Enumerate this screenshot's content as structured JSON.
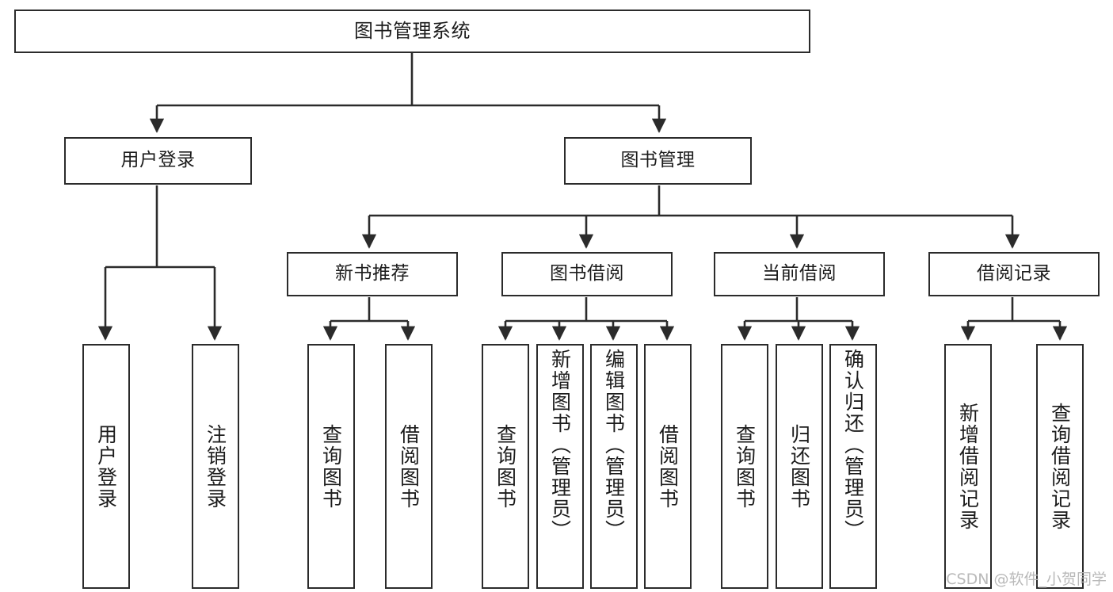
{
  "diagram": {
    "type": "tree-hierarchy",
    "title": "图书管理系统",
    "orientation": "top-down",
    "colors": {
      "box_border": "#2b2b2b",
      "box_fill": "#ffffff",
      "connector": "#2b2b2b",
      "text": "#1c1c1c",
      "watermark": "#b9b9b9",
      "background": "#ffffff"
    },
    "root": {
      "label": "图书管理系统"
    },
    "level2": [
      {
        "label": "用户登录"
      },
      {
        "label": "图书管理"
      }
    ],
    "level3": [
      {
        "label": "新书推荐"
      },
      {
        "label": "图书借阅"
      },
      {
        "label": "当前借阅"
      },
      {
        "label": "借阅记录"
      }
    ],
    "leaves": {
      "user_login": [
        {
          "label": "用户登录"
        },
        {
          "label": "注销登录"
        }
      ],
      "new_book_recommend": [
        {
          "label": "查询图书"
        },
        {
          "label": "借阅图书"
        }
      ],
      "book_borrow": [
        {
          "label": "查询图书"
        },
        {
          "label": "新增图书（管理员）"
        },
        {
          "label": "编辑图书（管理员）"
        },
        {
          "label": "借阅图书"
        }
      ],
      "current_borrow": [
        {
          "label": "查询图书"
        },
        {
          "label": "归还图书"
        },
        {
          "label": "确认归还（管理员）"
        }
      ],
      "borrow_records": [
        {
          "label": "新增借阅记录"
        },
        {
          "label": "查询借阅记录"
        }
      ]
    },
    "watermark": "CSDN @软件_小贺同学"
  }
}
